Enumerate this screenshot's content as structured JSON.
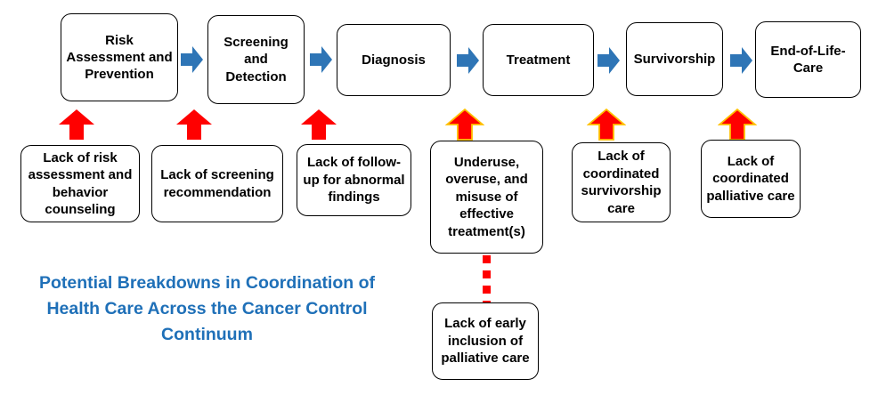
{
  "diagram": {
    "title_line1": "Potential Breakdowns in Coordination  of",
    "title_line2": "Health Care Across the Cancer Control Continuum"
  },
  "colors": {
    "flow_arrow_blue": "#2E75B6",
    "breakdown_arrow_red": "#FF0000",
    "breakdown_arrow_outline_gold": "#FFC000",
    "title_blue": "#1F70B8",
    "box_border": "#000000",
    "background": "#FFFFFF"
  },
  "stages": [
    {
      "label": "Risk\nAssessment and\nPrevention"
    },
    {
      "label": "Screening\nand\nDetection"
    },
    {
      "label": "Diagnosis"
    },
    {
      "label": "Treatment"
    },
    {
      "label": "Survivorship"
    },
    {
      "label": "End-of-Life-\nCare"
    }
  ],
  "breakdowns": [
    {
      "label": "Lack of risk\nassessment and\nbehavior\ncounseling"
    },
    {
      "label": "Lack of screening\nrecommendation"
    },
    {
      "label": "Lack of follow-\nup for abnormal\nfindings"
    },
    {
      "label": "Underuse,\noveruse, and\nmisuse of\neffective\ntreatment(s)"
    },
    {
      "label": "Lack of\ncoordinated\nsurvivorship\ncare"
    },
    {
      "label": "Lack of\ncoordinated\npalliative care"
    }
  ],
  "secondary_breakdown": {
    "label": "Lack of early\ninclusion of\npalliative care"
  },
  "icons": {
    "flow_arrow": "right-block-arrow",
    "breakdown_arrow": "up-block-arrow"
  }
}
